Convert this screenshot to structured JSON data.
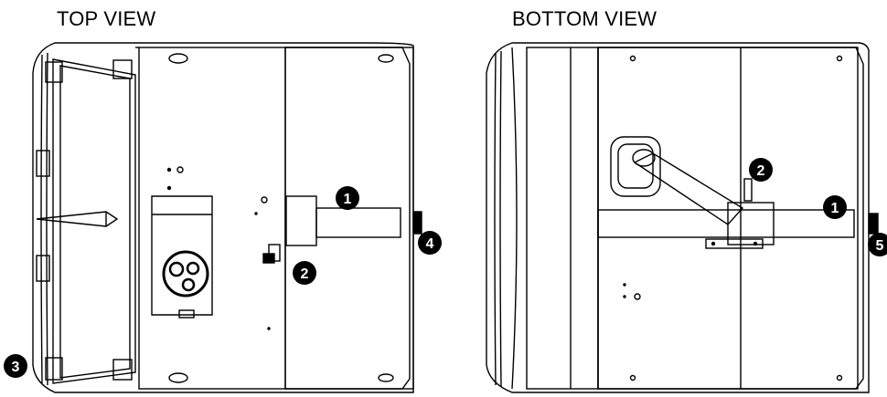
{
  "views": {
    "top": {
      "title": "TOP VIEW"
    },
    "bottom": {
      "title": "BOTTOM VIEW"
    }
  },
  "callouts": {
    "top_1": "1",
    "top_2": "2",
    "top_3": "3",
    "top_4": "4",
    "bottom_1": "1",
    "bottom_2": "2",
    "bottom_5": "5"
  },
  "colors": {
    "line": "#000000",
    "callout_fill": "#000000",
    "callout_text": "#ffffff",
    "background": "#ffffff"
  }
}
